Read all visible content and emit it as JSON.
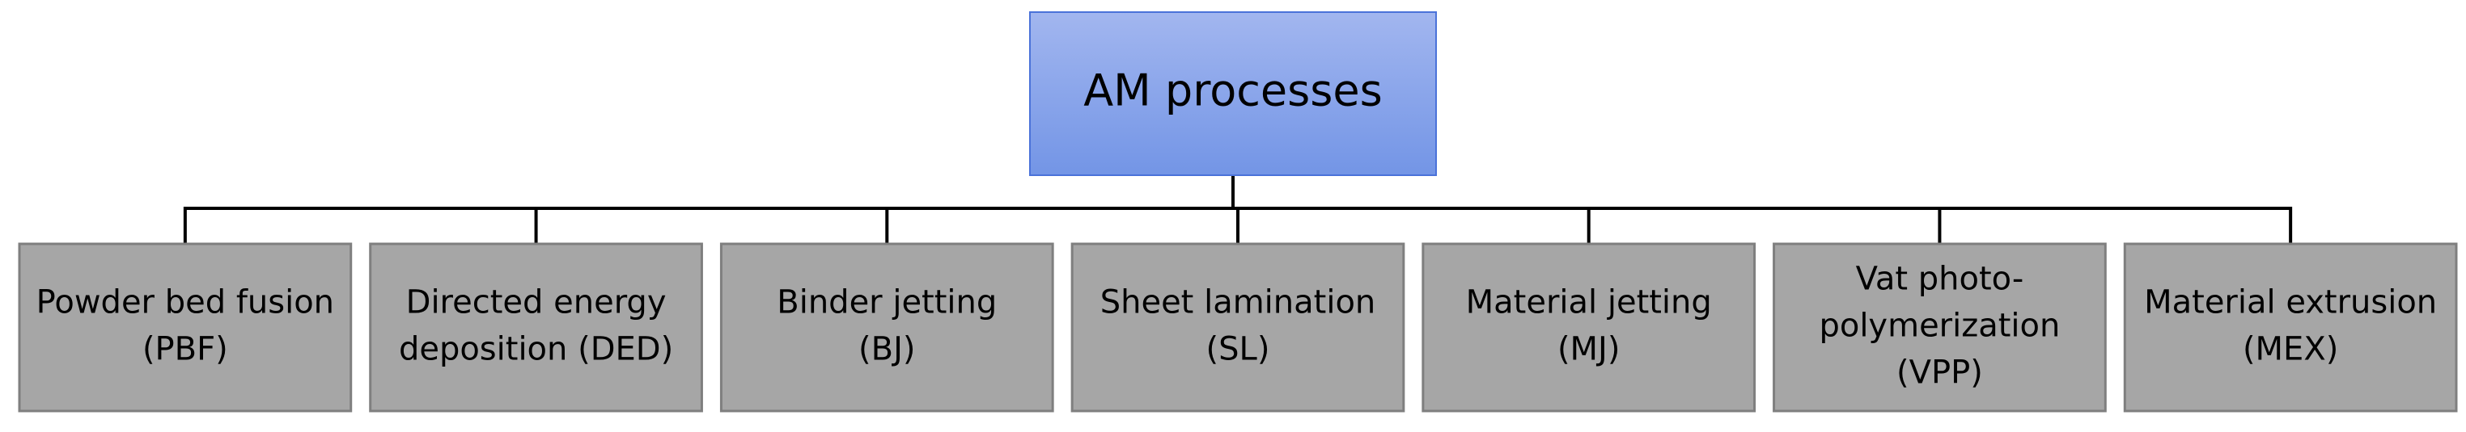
{
  "root": {
    "label": "AM processes",
    "fill_top": "#a2b6ef",
    "fill_bottom": "#7395e6",
    "stroke": "#4a72d9"
  },
  "child_style": {
    "fill": "#a6a6a6",
    "stroke": "#7f7f7f"
  },
  "connector_color": "#000000",
  "children": [
    {
      "id": "pbf",
      "lines": [
        "Powder bed fusion",
        "(PBF)"
      ]
    },
    {
      "id": "ded",
      "lines": [
        "Directed energy",
        "deposition (DED)"
      ]
    },
    {
      "id": "bj",
      "lines": [
        "Binder jetting",
        "(BJ)"
      ]
    },
    {
      "id": "sl",
      "lines": [
        "Sheet lamination",
        "(SL)"
      ]
    },
    {
      "id": "mj",
      "lines": [
        "Material jetting",
        "(MJ)"
      ]
    },
    {
      "id": "vpp",
      "lines": [
        "Vat photo-",
        "polymerization",
        "(VPP)"
      ]
    },
    {
      "id": "mex",
      "lines": [
        "Material extrusion",
        "(MEX)"
      ]
    }
  ]
}
